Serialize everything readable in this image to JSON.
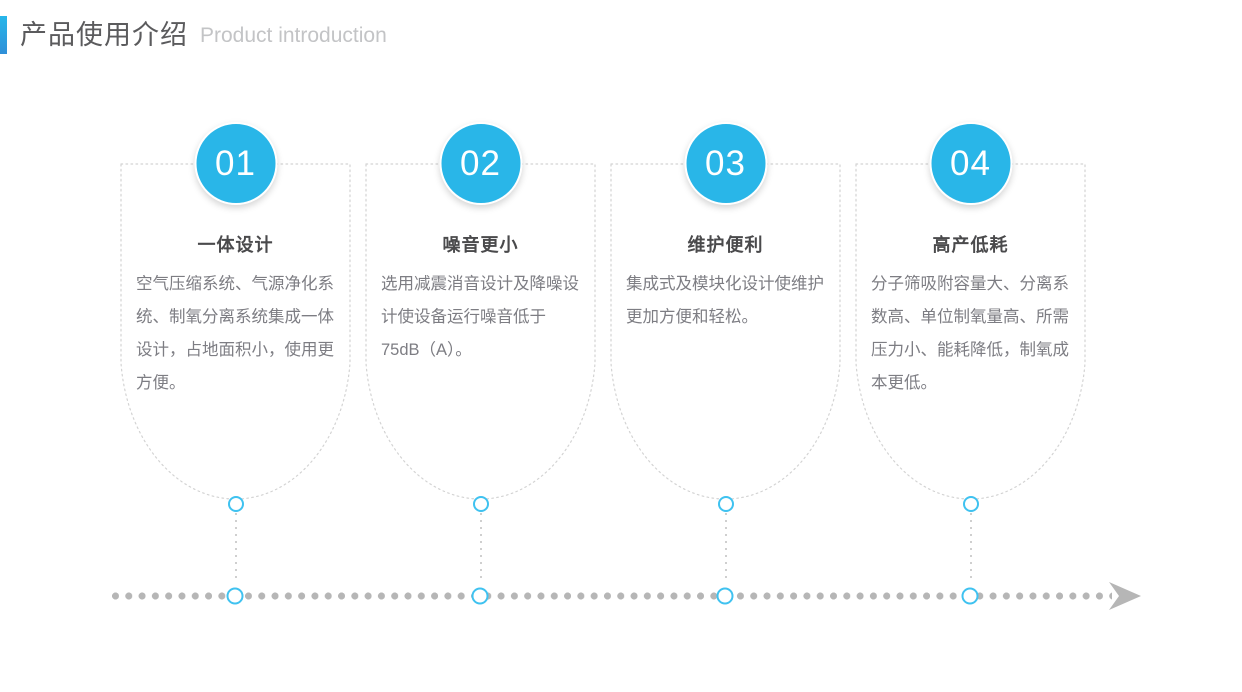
{
  "header": {
    "accent_color": "#27b7ea",
    "title_cn": "产品使用介绍",
    "title_en": "Product introduction"
  },
  "theme": {
    "circle_color": "#29b6e8",
    "node_ring_color": "#3fc2f0",
    "dot_color": "#b6b6b6",
    "dash_border_color": "#d3d3d3",
    "body_text_color": "#7d7d83",
    "title_text_color": "#4a4a4c"
  },
  "cards": [
    {
      "number": "01",
      "title": "一体设计",
      "body": "空气压缩系统、气源净化系统、制氧分离系统集成一体设计，占地面积小，使用更方便。"
    },
    {
      "number": "02",
      "title": "噪音更小",
      "body": "选用减震消音设计及降噪设计使设备运行噪音低于75dB（A）。"
    },
    {
      "number": "03",
      "title": "维护便利",
      "body": "集成式及模块化设计使维护更加方便和轻松。"
    },
    {
      "number": "04",
      "title": "高产低耗",
      "body": "分子筛吸附容量大、分离系数高、单位制氧量高、所需压力小、能耗降低，制氧成本更低。"
    }
  ],
  "timeline": {
    "arrow_label": "arrow-right-icon",
    "node_count": 4
  }
}
